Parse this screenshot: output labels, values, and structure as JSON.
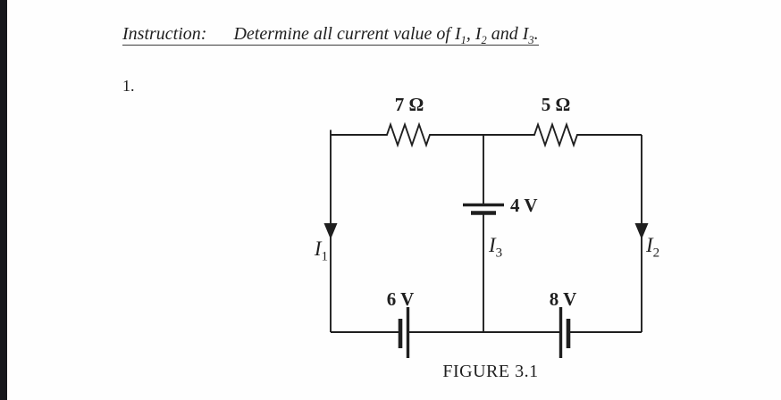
{
  "page": {
    "ink": "#1f1f1f",
    "paper": "#fefefe",
    "edge_bar_color": "#17181c"
  },
  "instruction": {
    "label": "Instruction:",
    "sentence_parts": [
      {
        "t": "Determine all current value of I",
        "sub": false
      },
      {
        "t": "1",
        "sub": true
      },
      {
        "t": ", I",
        "sub": false
      },
      {
        "t": "2",
        "sub": true
      },
      {
        "t": " and I",
        "sub": false
      },
      {
        "t": "3",
        "sub": true
      },
      {
        "t": ".",
        "sub": false
      }
    ]
  },
  "problem": {
    "number": "1."
  },
  "circuit": {
    "resistor_left_label": "7 Ω",
    "resistor_right_label": "5 Ω",
    "battery_middle_label": "4 V",
    "battery_bottom_left_label": "6 V",
    "battery_bottom_right_label": "8 V",
    "current_i1": {
      "base": "I",
      "sub": "1"
    },
    "current_i2": {
      "base": "I",
      "sub": "2"
    },
    "current_i3": {
      "base": "I",
      "sub": "3"
    },
    "caption": "FIGURE 3.1"
  }
}
